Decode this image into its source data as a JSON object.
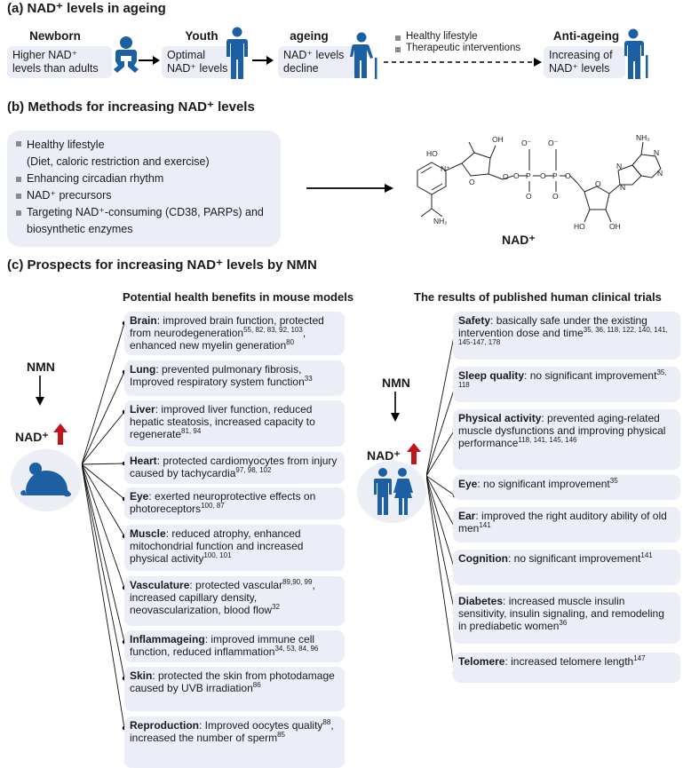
{
  "section_a": {
    "title": "(a) NAD⁺ levels in ageing",
    "stages": [
      {
        "label": "Newborn",
        "text": "Higher NAD⁺ levels than adults"
      },
      {
        "label": "Youth",
        "text": "Optimal NAD⁺ levels"
      },
      {
        "label": "ageing",
        "text": "NAD⁺ levels decline"
      },
      {
        "label": "Anti-ageing",
        "text": "Increasing of NAD⁺ levels"
      }
    ],
    "interventions": [
      "Healthy lifestyle",
      "Therapeutic interventions"
    ]
  },
  "section_b": {
    "title": "(b) Methods for increasing NAD⁺ levels",
    "methods": [
      "Healthy lifestyle",
      "(Diet, caloric restriction and exercise)",
      "Enhancing circadian rhythm",
      "NAD⁺ precursors",
      "Targeting NAD⁺-consuming (CD38, PARPs) and",
      "biosynthetic enzymes"
    ],
    "molecule_label": "NAD⁺",
    "atom_labels": [
      "HO",
      "OH",
      "O⁻",
      "O⁻",
      "NH₂",
      "N⁺",
      "O",
      "O",
      "P",
      "P",
      "O",
      "O",
      "O",
      "O",
      "O",
      "NH₂",
      "N",
      "N",
      "N",
      "N",
      "O",
      "HO",
      "OH"
    ]
  },
  "section_c": {
    "title": "(c) Prospects for increasing NAD⁺ levels by NMN",
    "mouse": {
      "heading": "Potential health benefits in mouse models",
      "nmn": "NMN",
      "nad": "NAD⁺",
      "items": [
        {
          "title": "Brain",
          "text": ": improved brain function, protected from neurodegeneration",
          "refs": "55, 82, 83, 92, 103",
          "text2": ", enhanced new myelin generation",
          "refs2": "80"
        },
        {
          "title": "Lung",
          "text": ": prevented pulmonary fibrosis, Improved respiratory system function",
          "refs": "33"
        },
        {
          "title": "Liver",
          "text": ": improved liver function, reduced hepatic steatosis, increased capacity to regenerate",
          "refs": "81, 94"
        },
        {
          "title": "Heart",
          "text": ": protected cardiomyocytes from injury caused by tachycardia",
          "refs": "97, 98, 102"
        },
        {
          "title": "Eye",
          "text": ": exerted neuroprotective effects on photoreceptors",
          "refs": "100, 87"
        },
        {
          "title": "Muscle",
          "text": ": reduced atrophy, enhanced mitochondrial function and increased physical activity",
          "refs": "100, 101"
        },
        {
          "title": "Vasculature",
          "text": ": protected vascular",
          "refs": "89,90, 99",
          "text2": ", increased capillary density, neovascularization, blood flow",
          "refs2": "32"
        },
        {
          "title": "Inflammageing",
          "text": ": improved immune cell function, reduced inflammation",
          "refs": "34, 53, 84, 96"
        },
        {
          "title": "Skin",
          "text": ": protected the skin from photodamage caused by UVB irradiation",
          "refs": "86"
        },
        {
          "title": "Reproduction",
          "text": ": Improved oocytes quality",
          "refs": "88",
          "text2": ", increased the number of sperm",
          "refs2": "85"
        }
      ]
    },
    "human": {
      "heading": "The results of published human clinical trials",
      "nmn": "NMN",
      "nad": "NAD⁺",
      "items": [
        {
          "title": "Safety",
          "text": ": basically safe under the existing intervention dose and time",
          "refs": "35, 36, 118, 122, 140, 141, 145-147, 178"
        },
        {
          "title": "Sleep quality",
          "text": ": no significant improvement",
          "refs": "35, 118"
        },
        {
          "title": "Physical activity",
          "text": ": prevented aging-related muscle dysfunctions and improving physical performance",
          "refs": "118, 141, 145, 146"
        },
        {
          "title": "Eye",
          "text": ": no significant improvement",
          "refs": "35"
        },
        {
          "title": "Ear",
          "text": ": improved the right auditory ability of old men",
          "refs": "141"
        },
        {
          "title": "Cognition",
          "text": ": no significant improvement",
          "refs": "141"
        },
        {
          "title": "Diabetes",
          "text": ": increased muscle insulin sensitivity, insulin signaling, and remodeling in prediabetic women",
          "refs": "36"
        },
        {
          "title": "Telomere",
          "text": ": increased telomere length",
          "refs": "147"
        }
      ]
    }
  },
  "colors": {
    "accent": "#1d5fa3",
    "box_bg": "#eceef7",
    "up_arrow": "#c0161b"
  }
}
